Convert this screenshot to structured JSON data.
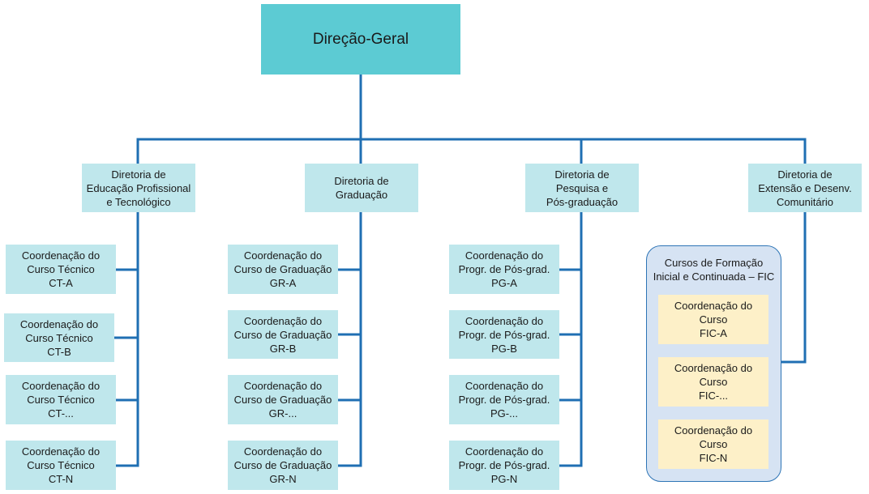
{
  "colors": {
    "line": "#1f6fb3",
    "box": "#bfe7ec",
    "top": "#5ccbd3",
    "fic_group": "#d6e3f3",
    "fic_box": "#fdf0c8"
  },
  "top": {
    "title": "Direção-Geral"
  },
  "diretorias": [
    {
      "lines": [
        "Diretoria de",
        "Educação Profissional",
        "e Tecnológico"
      ],
      "coords": [
        {
          "line1": "Coordenação do",
          "line2": "Curso Técnico",
          "code": "CT-A"
        },
        {
          "line1": "Coordenação do",
          "line2": "Curso Técnico",
          "code": "CT-B"
        },
        {
          "line1": "Coordenação do",
          "line2": "Curso Técnico",
          "code": "CT-..."
        },
        {
          "line1": "Coordenação do",
          "line2": "Curso Técnico",
          "code": "CT-N"
        }
      ]
    },
    {
      "lines": [
        "Diretoria de",
        "Graduação"
      ],
      "coords": [
        {
          "line1": "Coordenação do",
          "line2": "Curso de Graduação",
          "code": "GR-A"
        },
        {
          "line1": "Coordenação do",
          "line2": "Curso de Graduação",
          "code": "GR-B"
        },
        {
          "line1": "Coordenação do",
          "line2": "Curso de Graduação",
          "code": "GR-..."
        },
        {
          "line1": "Coordenação do",
          "line2": "Curso de Graduação",
          "code": "GR-N"
        }
      ]
    },
    {
      "lines": [
        "Diretoria de",
        "Pesquisa e",
        "Pós-graduação"
      ],
      "coords": [
        {
          "line1": "Coordenação do",
          "line2": "Progr. de Pós-grad.",
          "code": "PG-A"
        },
        {
          "line1": "Coordenação do",
          "line2": "Progr. de Pós-grad.",
          "code": "PG-B"
        },
        {
          "line1": "Coordenação do",
          "line2": "Progr. de Pós-grad.",
          "code": "PG-..."
        },
        {
          "line1": "Coordenação do",
          "line2": "Progr. de Pós-grad.",
          "code": "PG-N"
        }
      ]
    },
    {
      "lines": [
        "Diretoria de",
        "Extensão e Desenv.",
        "Comunitário"
      ],
      "group_title": [
        "Cursos de Formação",
        "Inicial e Continuada – FIC"
      ],
      "coords": [
        {
          "line1": "Coordenação do",
          "line2": "Curso",
          "code": "FIC-A"
        },
        {
          "line1": "Coordenação do",
          "line2": "Curso",
          "code": "FIC-..."
        },
        {
          "line1": "Coordenação do",
          "line2": "Curso",
          "code": "FIC-N"
        }
      ]
    }
  ]
}
